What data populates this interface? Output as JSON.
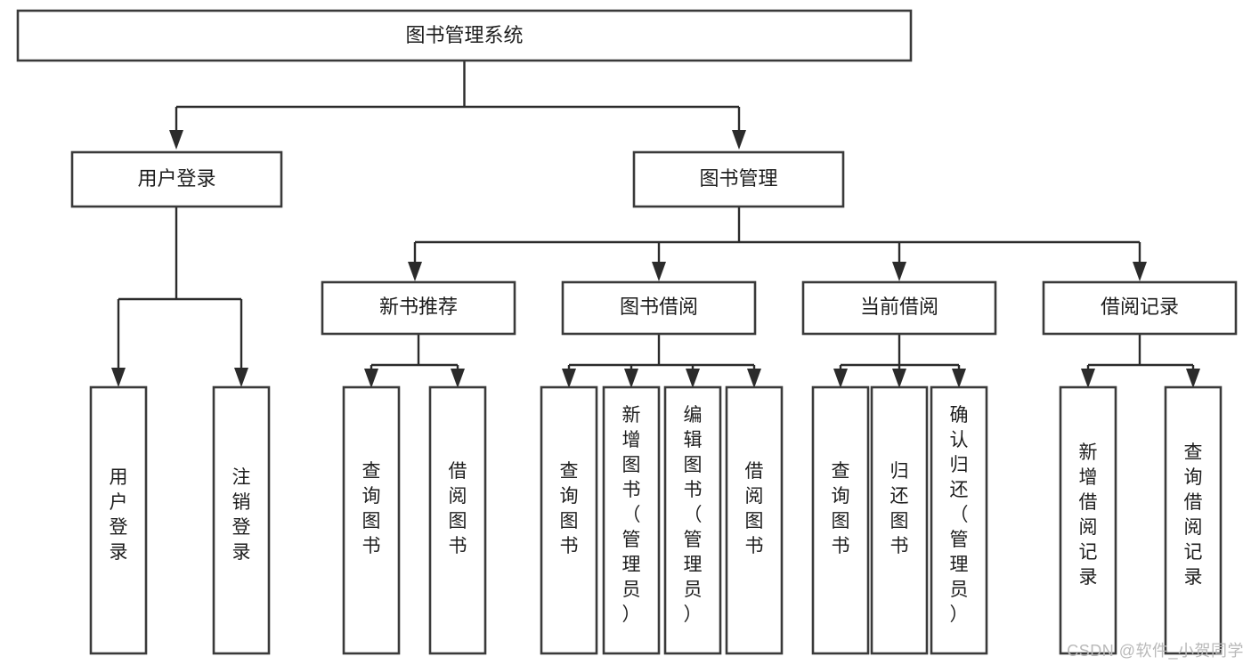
{
  "diagram": {
    "type": "tree",
    "title": "图书管理系统",
    "watermark": "CSDN @软件_小贺同学",
    "colors": {
      "box_stroke": "#3a3a3a",
      "box_fill": "#ffffff",
      "connector": "#2b2b2b",
      "text": "#1d1d1d",
      "watermark": "#b9b9b9"
    },
    "levels": {
      "root": "图书管理系统",
      "level2": [
        "用户登录",
        "图书管理"
      ],
      "level3": [
        "新书推荐",
        "图书借阅",
        "当前借阅",
        "借阅记录"
      ]
    },
    "nodes": {
      "root": {
        "label": "图书管理系统"
      },
      "user_login": {
        "label": "用户登录"
      },
      "book_manage": {
        "label": "图书管理"
      },
      "new_book_rec": {
        "label": "新书推荐"
      },
      "book_borrow": {
        "label": "图书借阅"
      },
      "current_borrow": {
        "label": "当前借阅"
      },
      "borrow_record": {
        "label": "借阅记录"
      }
    },
    "leaves": {
      "user_login": [
        {
          "label": "用户登录",
          "chars": [
            "用",
            "户",
            "登",
            "录"
          ]
        },
        {
          "label": "注销登录",
          "chars": [
            "注",
            "销",
            "登",
            "录"
          ]
        }
      ],
      "new_book_rec": [
        {
          "label": "查询图书",
          "chars": [
            "查",
            "询",
            "图",
            "书"
          ]
        },
        {
          "label": "借阅图书",
          "chars": [
            "借",
            "阅",
            "图",
            "书"
          ]
        }
      ],
      "book_borrow": [
        {
          "label": "查询图书",
          "chars": [
            "查",
            "询",
            "图",
            "书"
          ]
        },
        {
          "label": "新增图书（管理员）",
          "chars": [
            "新",
            "增",
            "图",
            "书",
            "（",
            "管",
            "理",
            "员",
            "）"
          ]
        },
        {
          "label": "编辑图书（管理员）",
          "chars": [
            "编",
            "辑",
            "图",
            "书",
            "（",
            "管",
            "理",
            "员",
            "）"
          ]
        },
        {
          "label": "借阅图书",
          "chars": [
            "借",
            "阅",
            "图",
            "书"
          ]
        }
      ],
      "current_borrow": [
        {
          "label": "查询图书",
          "chars": [
            "查",
            "询",
            "图",
            "书"
          ]
        },
        {
          "label": "归还图书",
          "chars": [
            "归",
            "还",
            "图",
            "书"
          ]
        },
        {
          "label": "确认归还（管理员）",
          "chars": [
            "确",
            "认",
            "归",
            "还",
            "（",
            "管",
            "理",
            "员",
            "）"
          ]
        }
      ],
      "borrow_record": [
        {
          "label": "新增借阅记录",
          "chars": [
            "新",
            "增",
            "借",
            "阅",
            "记",
            "录"
          ]
        },
        {
          "label": "查询借阅记录",
          "chars": [
            "查",
            "询",
            "借",
            "阅",
            "记",
            "录"
          ]
        }
      ]
    }
  }
}
